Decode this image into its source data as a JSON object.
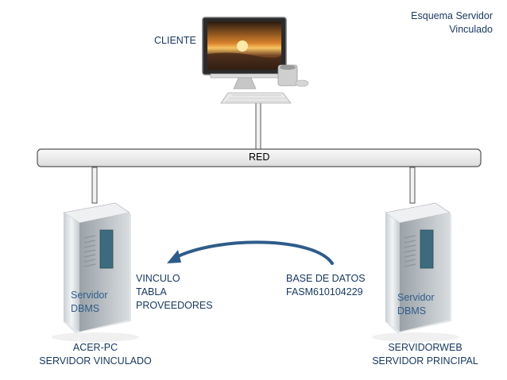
{
  "title": [
    "Esquema Servidor",
    "Vinculado"
  ],
  "client": {
    "label": "CLIENTE"
  },
  "network": {
    "label": "RED"
  },
  "server_left": {
    "overlay": [
      "Servidor",
      "DBMS"
    ],
    "caption": [
      "ACER-PC",
      "SERVIDOR VINCULADO"
    ]
  },
  "server_right": {
    "overlay": [
      "Servidor",
      "DBMS"
    ],
    "caption": [
      "SERVIDORWEB",
      "SERVIDOR PRINCIPAL"
    ]
  },
  "link": {
    "label": [
      "VINCULO",
      "TABLA",
      "PROVEEDORES"
    ]
  },
  "database": {
    "label": [
      "BASE DE DATOS",
      "FASM610104229"
    ]
  },
  "colors": {
    "text": "#1f497d",
    "arrow": "#2e5c8a",
    "bar_fill": "#eeeeee",
    "bar_stroke": "#555555"
  }
}
